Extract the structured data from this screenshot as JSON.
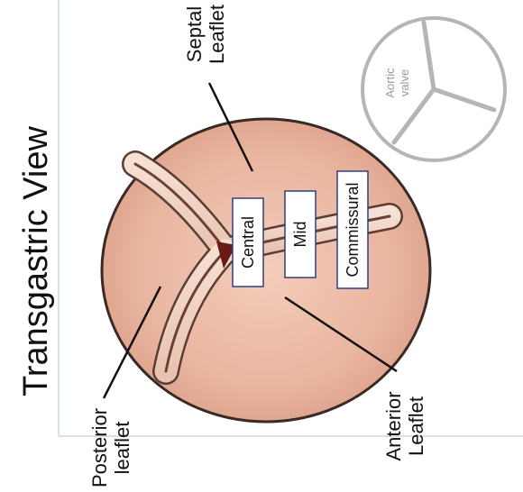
{
  "title": "Transgastric View",
  "aortic_valve": {
    "line1": "Aortic",
    "line2": "valve"
  },
  "labels": {
    "septal": {
      "line1": "Septal",
      "line2": "Leaflet"
    },
    "posterior": {
      "line1": "Posterior",
      "line2": "leaflet"
    },
    "anterior": {
      "line1": "Anterior",
      "line2": "Leaflet"
    }
  },
  "zones": {
    "central": "Central",
    "mid": "Mid",
    "commissural": "Commissural"
  },
  "colors": {
    "annulus": "#eab7a2",
    "annulus_edge": "#3a2a26",
    "leaflet_fold": "#f1d4c4",
    "coaptation": "#6b1a16",
    "zone_box_border": "#2f3f86",
    "aortic_ring": "#b5b5b5"
  }
}
